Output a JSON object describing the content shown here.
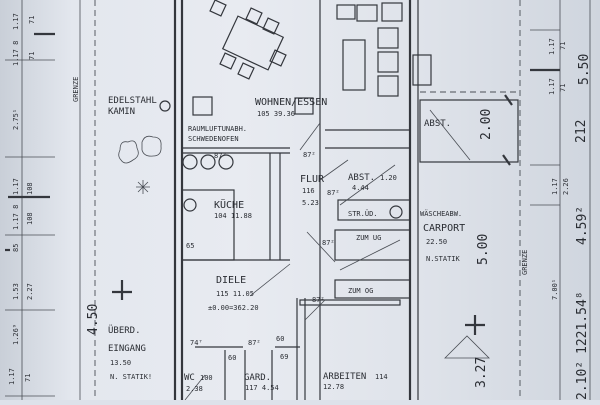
{
  "rooms": {
    "wohnen": {
      "name": "WOHNEN/ESSEN",
      "info": "105  39.36"
    },
    "kueche": {
      "name": "KÜCHE",
      "info": "104 11.88"
    },
    "flur": {
      "name": "FLUR",
      "num": "116",
      "area": "5.23"
    },
    "abst_innen": {
      "name": "ABST.",
      "width": "1.20",
      "area": "4.44"
    },
    "diele": {
      "name": "DIELE",
      "info": "115 11.05",
      "level": "±0.00=362.20"
    },
    "eingang": {
      "name1": "ÜBERD.",
      "name2": "EINGANG",
      "area": "13.50",
      "note": "N. STATIK!"
    },
    "wc": {
      "name": "WC",
      "num": "100",
      "area": "2.38"
    },
    "gard": {
      "name": "GARD.",
      "info": "117 4.54"
    },
    "arbeiten": {
      "name": "ARBEITEN",
      "num": "114",
      "area": "12.78"
    },
    "abst_aussen": {
      "name": "ABST."
    },
    "carport": {
      "pre": "WÄSCHEABW.",
      "name": "CARPORT",
      "area": "22.50",
      "note": "N.STATIK"
    }
  },
  "annotations": {
    "kamin1": "EDELSTAHL",
    "kamin2": "KAMIN",
    "ofen1": "RAUMLUFTUNABH.",
    "ofen2": "SCHWEDENOFEN",
    "str": "STR.ÜD.",
    "zum_ug": "ZUM UG",
    "zum_og": "ZUM OG",
    "grenze_left": "GRENZE",
    "grenze_right": "GRENZE"
  },
  "dimensions": {
    "d872a": "87²",
    "d872b": "87²",
    "d872c": "87²",
    "d872d": "87²",
    "d872e": "87²",
    "d872f": "87²",
    "d65": "65",
    "d747": "74⁷",
    "d60a": "60",
    "d60b": "60",
    "d69": "69",
    "d450": "4.50",
    "d200": "2.00",
    "d500": "5.00",
    "d327": "3.27",
    "d550": "5.50",
    "d212": "212",
    "d459": "4.59²",
    "d7001": "7.00¹",
    "d2102": "2.10²",
    "d1221": "1221.54⁸",
    "d117a": "1.17",
    "d71a": "71",
    "d1178a": "1.17 8",
    "d71b": "71",
    "d2751": "2.75¹",
    "d117b": "1.17",
    "d108a": "108",
    "d1178b": "1.17 8",
    "d108b": "108",
    "d85": "85",
    "d153": "1.53",
    "d227": "2.27",
    "d1269": "1.26⁹",
    "d117c": "1.17",
    "d71c": "71",
    "r117a": "1.17",
    "r71a": "71",
    "r117b": "1.17",
    "r71b": "71",
    "r117c": "1.17",
    "r226": "2.26"
  }
}
